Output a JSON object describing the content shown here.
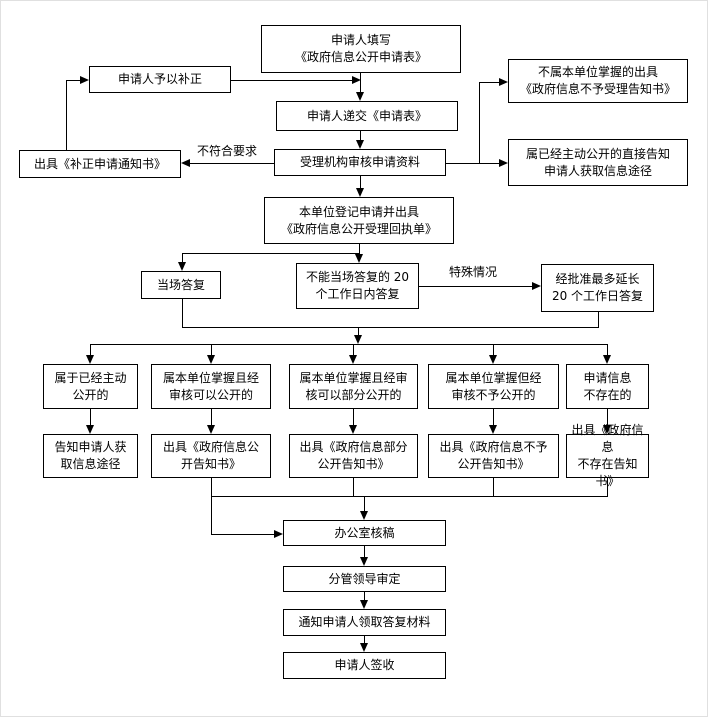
{
  "nodes": {
    "fill_form": "申请人填写\n《政府信息公开申请表》",
    "supplement": "申请人予以补正",
    "submit_form": "申请人递交《申请表》",
    "supplement_notice": "出具《补正申请通知书》",
    "review": "受理机构审核申请资料",
    "not_held": "不属本单位掌握的出具\n《政府信息不予受理告知书》",
    "already_public": "属已经主动公开的直接告知\n申请人获取信息途径",
    "register": "本单位登记申请并出具\n《政府信息公开受理回执单》",
    "onspot_reply": "当场答复",
    "reply_20days": "不能当场答复的 20\n个工作日内答复",
    "extend_20days": "经批准最多延长\n20 个工作日答复",
    "case_public": "属于已经主动\n公开的",
    "case_can_open": "属本单位掌握且经\n审核可以公开的",
    "case_partial": "属本单位掌握且经审\n核可以部分公开的",
    "case_no_open": "属本单位掌握但经\n审核不予公开的",
    "case_not_exist": "申请信息\n不存在的",
    "act_inform_way": "告知申请人获\n取信息途径",
    "act_open_notice": "出具《政府信息公\n开告知书》",
    "act_partial_notice": "出具《政府信息部分\n公开告知书》",
    "act_no_open_notice": "出具《政府信息不予\n公开告知书》",
    "act_not_exist_notice": "出具《政府信息\n不存在告知书》",
    "office_review": "办公室核稿",
    "leader_approval": "分管领导审定",
    "notify_pickup": "通知申请人领取答复材料",
    "applicant_sign": "申请人签收"
  },
  "labels": {
    "not_meet": "不符合要求",
    "special_case": "特殊情况"
  },
  "colors": {
    "line": "#000000",
    "box_border": "#000000",
    "background": "#ffffff"
  }
}
